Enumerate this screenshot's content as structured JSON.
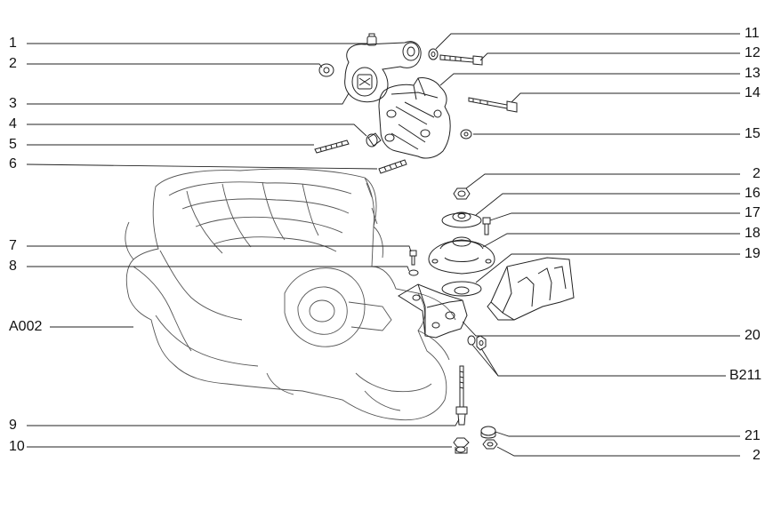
{
  "diagram": {
    "left_labels": [
      "1",
      "2",
      "3",
      "4",
      "5",
      "6",
      "7",
      "8",
      "A002",
      "9",
      "10"
    ],
    "right_labels": [
      "11",
      "12",
      "13",
      "14",
      "15",
      "2",
      "16",
      "17",
      "18",
      "19",
      "20",
      "B211",
      "21",
      "2"
    ]
  },
  "colors": {
    "line": "#222222",
    "ghost": "#555555",
    "bg": "#ffffff"
  }
}
